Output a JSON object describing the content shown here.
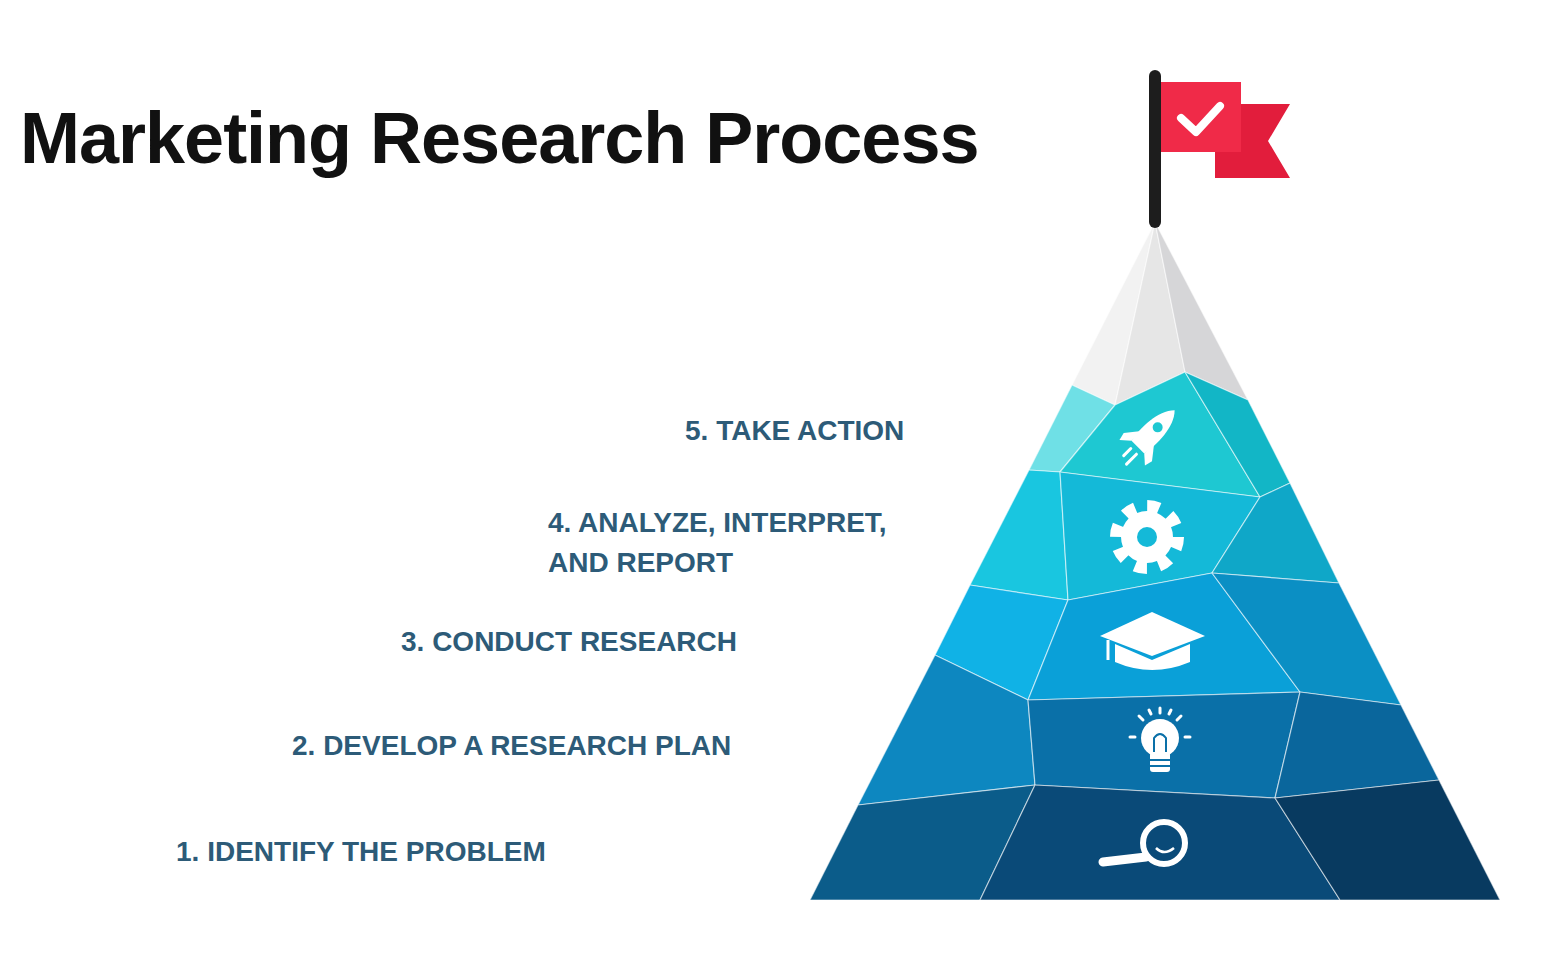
{
  "diagram": {
    "title": "Marketing Research Process",
    "labels": [
      "5. TAKE ACTION",
      "4. ANALYZE, INTERPRET, AND REPORT",
      "3. CONDUCT RESEARCH",
      "2. DEVELOP A RESEARCH PLAN",
      "1. IDENTIFY THE PROBLEM"
    ]
  }
}
